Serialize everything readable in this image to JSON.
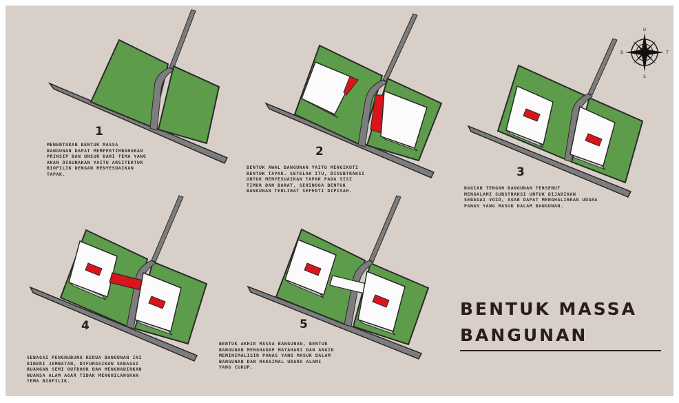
{
  "title": {
    "line1": "BENTUK MASSA",
    "line2": "BANGUNAN"
  },
  "colors": {
    "background": "#d8d0c8",
    "site_green": "#5d9c4a",
    "site_edge": "#2a2a2a",
    "road_gray": "#7d7d7d",
    "building_white": "#fbfbfb",
    "accent_red": "#d9141b",
    "title_dark": "#2b1e1a"
  },
  "compass": {
    "icon": "compass-rose-icon",
    "north": "U",
    "south": "S",
    "east": "T",
    "west": "B"
  },
  "steps": [
    {
      "number": "1",
      "text": "Menentukan bentuk massa\nbangunan dapat mempertimbangkan\nprinsip dan unsur dari tema yang\nakan digunakan yaitu arsitektur\nbiofilik dengan menyesuaikan\ntapak."
    },
    {
      "number": "2",
      "text": "Bentuk awal bangunan yaitu mengikuti\nbentuk tapak. Setelah itu, disubtraksi\nuntuk menyesuaikan tapak pada sisi\ntimur dan barat, sehingga bentuk\nbangunan terlihat seperti dipisah."
    },
    {
      "number": "3",
      "text": "Bagian tengah bangunan tersebut\nmengalami substraksi untuk dijadikan\nsebagai void, agar dapat menghalirkan udara\npanas yang masuk dalam bangunan."
    },
    {
      "number": "4",
      "text": "Sebagai penghubung kedua bangunan ini\ndiberi jembatan, difungsikan sebagai\nruangan semi outdoor dan menghadirkan\nnuansa alam agar tidak menghilangkan\ntema biofilik."
    },
    {
      "number": "5",
      "text": "Bentuk akhir massa bangunan, bentuk\nbangunan menghadap matahari dan angin\nmeminimalisir panas yang masuk dalam\nbangunan dan maksimal udara alami\nyang cukup."
    }
  ]
}
